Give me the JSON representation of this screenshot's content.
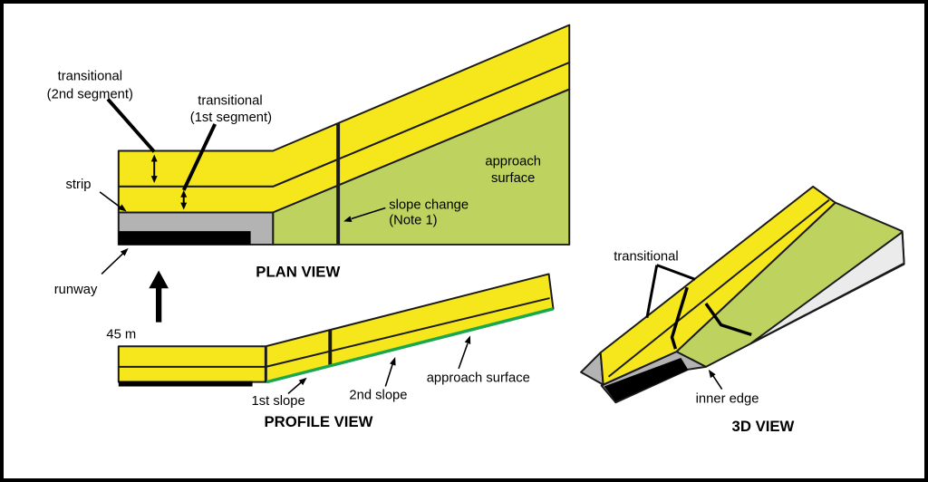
{
  "colors": {
    "surface_yellow": "#F5E71B",
    "approach_green": "#BDD25F",
    "strip_gray": "#B3B3B3",
    "side_gray": "#EBEBEB",
    "runway_black": "#000000",
    "outline": "#1A1A1A",
    "profile_green_line": "#19A84D"
  },
  "plan_view": {
    "title": "PLAN VIEW",
    "labels": {
      "transitional_2nd_line1": "transitional",
      "transitional_2nd_line2": "(2nd segment)",
      "transitional_1st_line1": "transitional",
      "transitional_1st_line2": "(1st segment)",
      "strip": "strip",
      "runway": "runway",
      "approach_line1": "approach",
      "approach_line2": "surface",
      "slope_change_line1": "slope change",
      "slope_change_line2": "(Note 1)"
    }
  },
  "annotations": {
    "distance_45m": "45 m"
  },
  "profile_view": {
    "title": "PROFILE VIEW",
    "labels": {
      "first_slope": "1st slope",
      "second_slope": "2nd slope",
      "approach_surface": "approach surface"
    }
  },
  "three_d_view": {
    "title": "3D VIEW",
    "labels": {
      "transitional": "transitional",
      "inner_edge": "inner edge"
    }
  }
}
